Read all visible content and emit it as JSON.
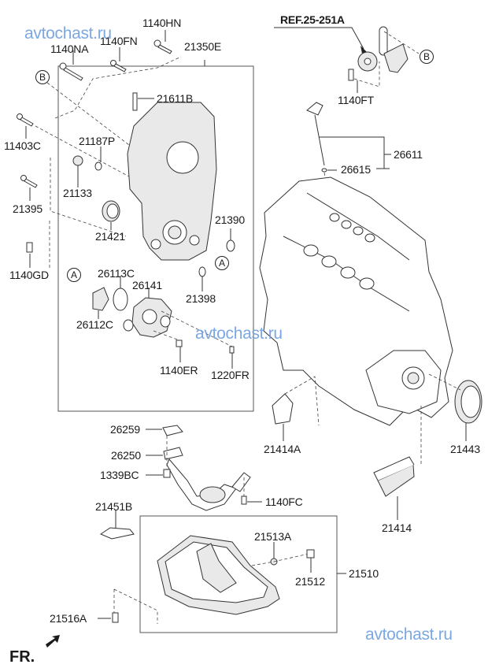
{
  "diagram": {
    "type": "exploded-parts-diagram",
    "watermarks": [
      "avtochast.ru",
      "avtochast.ru",
      "avtochast.ru"
    ],
    "reference": "REF.25-251A",
    "direction_indicator": "FR.",
    "callout_markers": {
      "a": "A",
      "b": "B"
    },
    "labels": {
      "p1140HN": "1140HN",
      "p1140FN": "1140FN",
      "p1140NA": "1140NA",
      "p21350E": "21350E",
      "p21611B": "21611B",
      "p11403C": "11403C",
      "p21187P": "21187P",
      "p21133": "21133",
      "p21395": "21395",
      "p21421": "21421",
      "p21390": "21390",
      "p1140GD": "1140GD",
      "p26113C": "26113C",
      "p26141": "26141",
      "p21398": "21398",
      "p26112C": "26112C",
      "p1140ER": "1140ER",
      "p1220FR": "1220FR",
      "p1140FT": "1140FT",
      "p26611": "26611",
      "p26615": "26615",
      "p26259": "26259",
      "p26250": "26250",
      "p1339BC": "1339BC",
      "p1140FC": "1140FC",
      "p21414A": "21414A",
      "p21443": "21443",
      "p21414": "21414",
      "p21451B": "21451B",
      "p21513A": "21513A",
      "p21512": "21512",
      "p21510": "21510",
      "p21516A": "21516A"
    }
  }
}
